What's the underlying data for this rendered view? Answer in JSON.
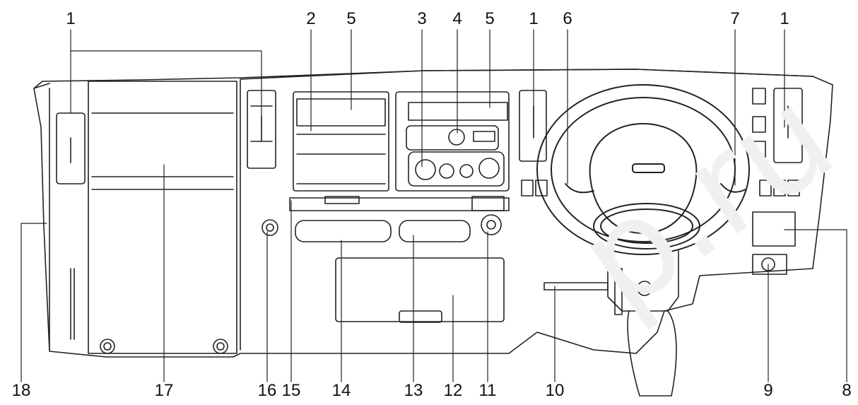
{
  "diagram": {
    "callouts_top": [
      "1",
      "2",
      "5",
      "3",
      "4",
      "5",
      "1",
      "6",
      "7",
      "1"
    ],
    "callouts_bottom": [
      "18",
      "17",
      "16",
      "15",
      "14",
      "13",
      "12",
      "11",
      "10",
      "9",
      "8"
    ]
  },
  "watermark": {
    "text": "p.ru"
  }
}
